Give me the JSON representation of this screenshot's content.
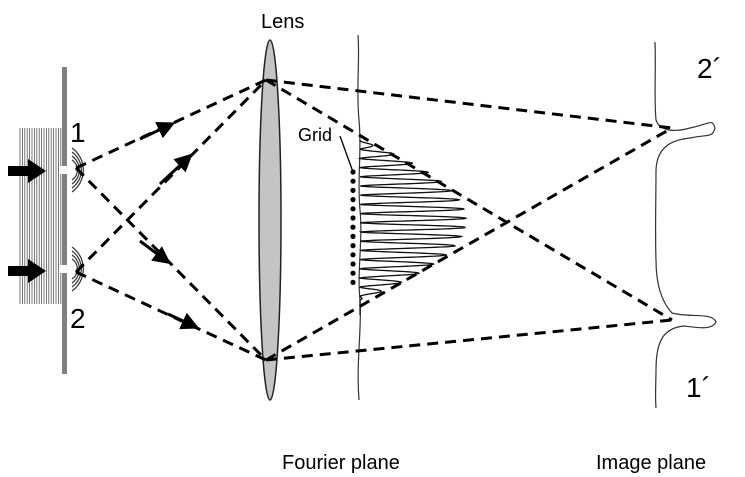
{
  "labels": {
    "lens": "Lens",
    "grid": "Grid",
    "slit_1": "1",
    "slit_2": "2",
    "image_2": "2´",
    "image_1": "1´",
    "fourier_plane": "Fourier plane",
    "image_plane": "Image plane"
  },
  "colors": {
    "lens_fill": "#c4c4c4",
    "line": "#000000",
    "plate": "#808080"
  }
}
